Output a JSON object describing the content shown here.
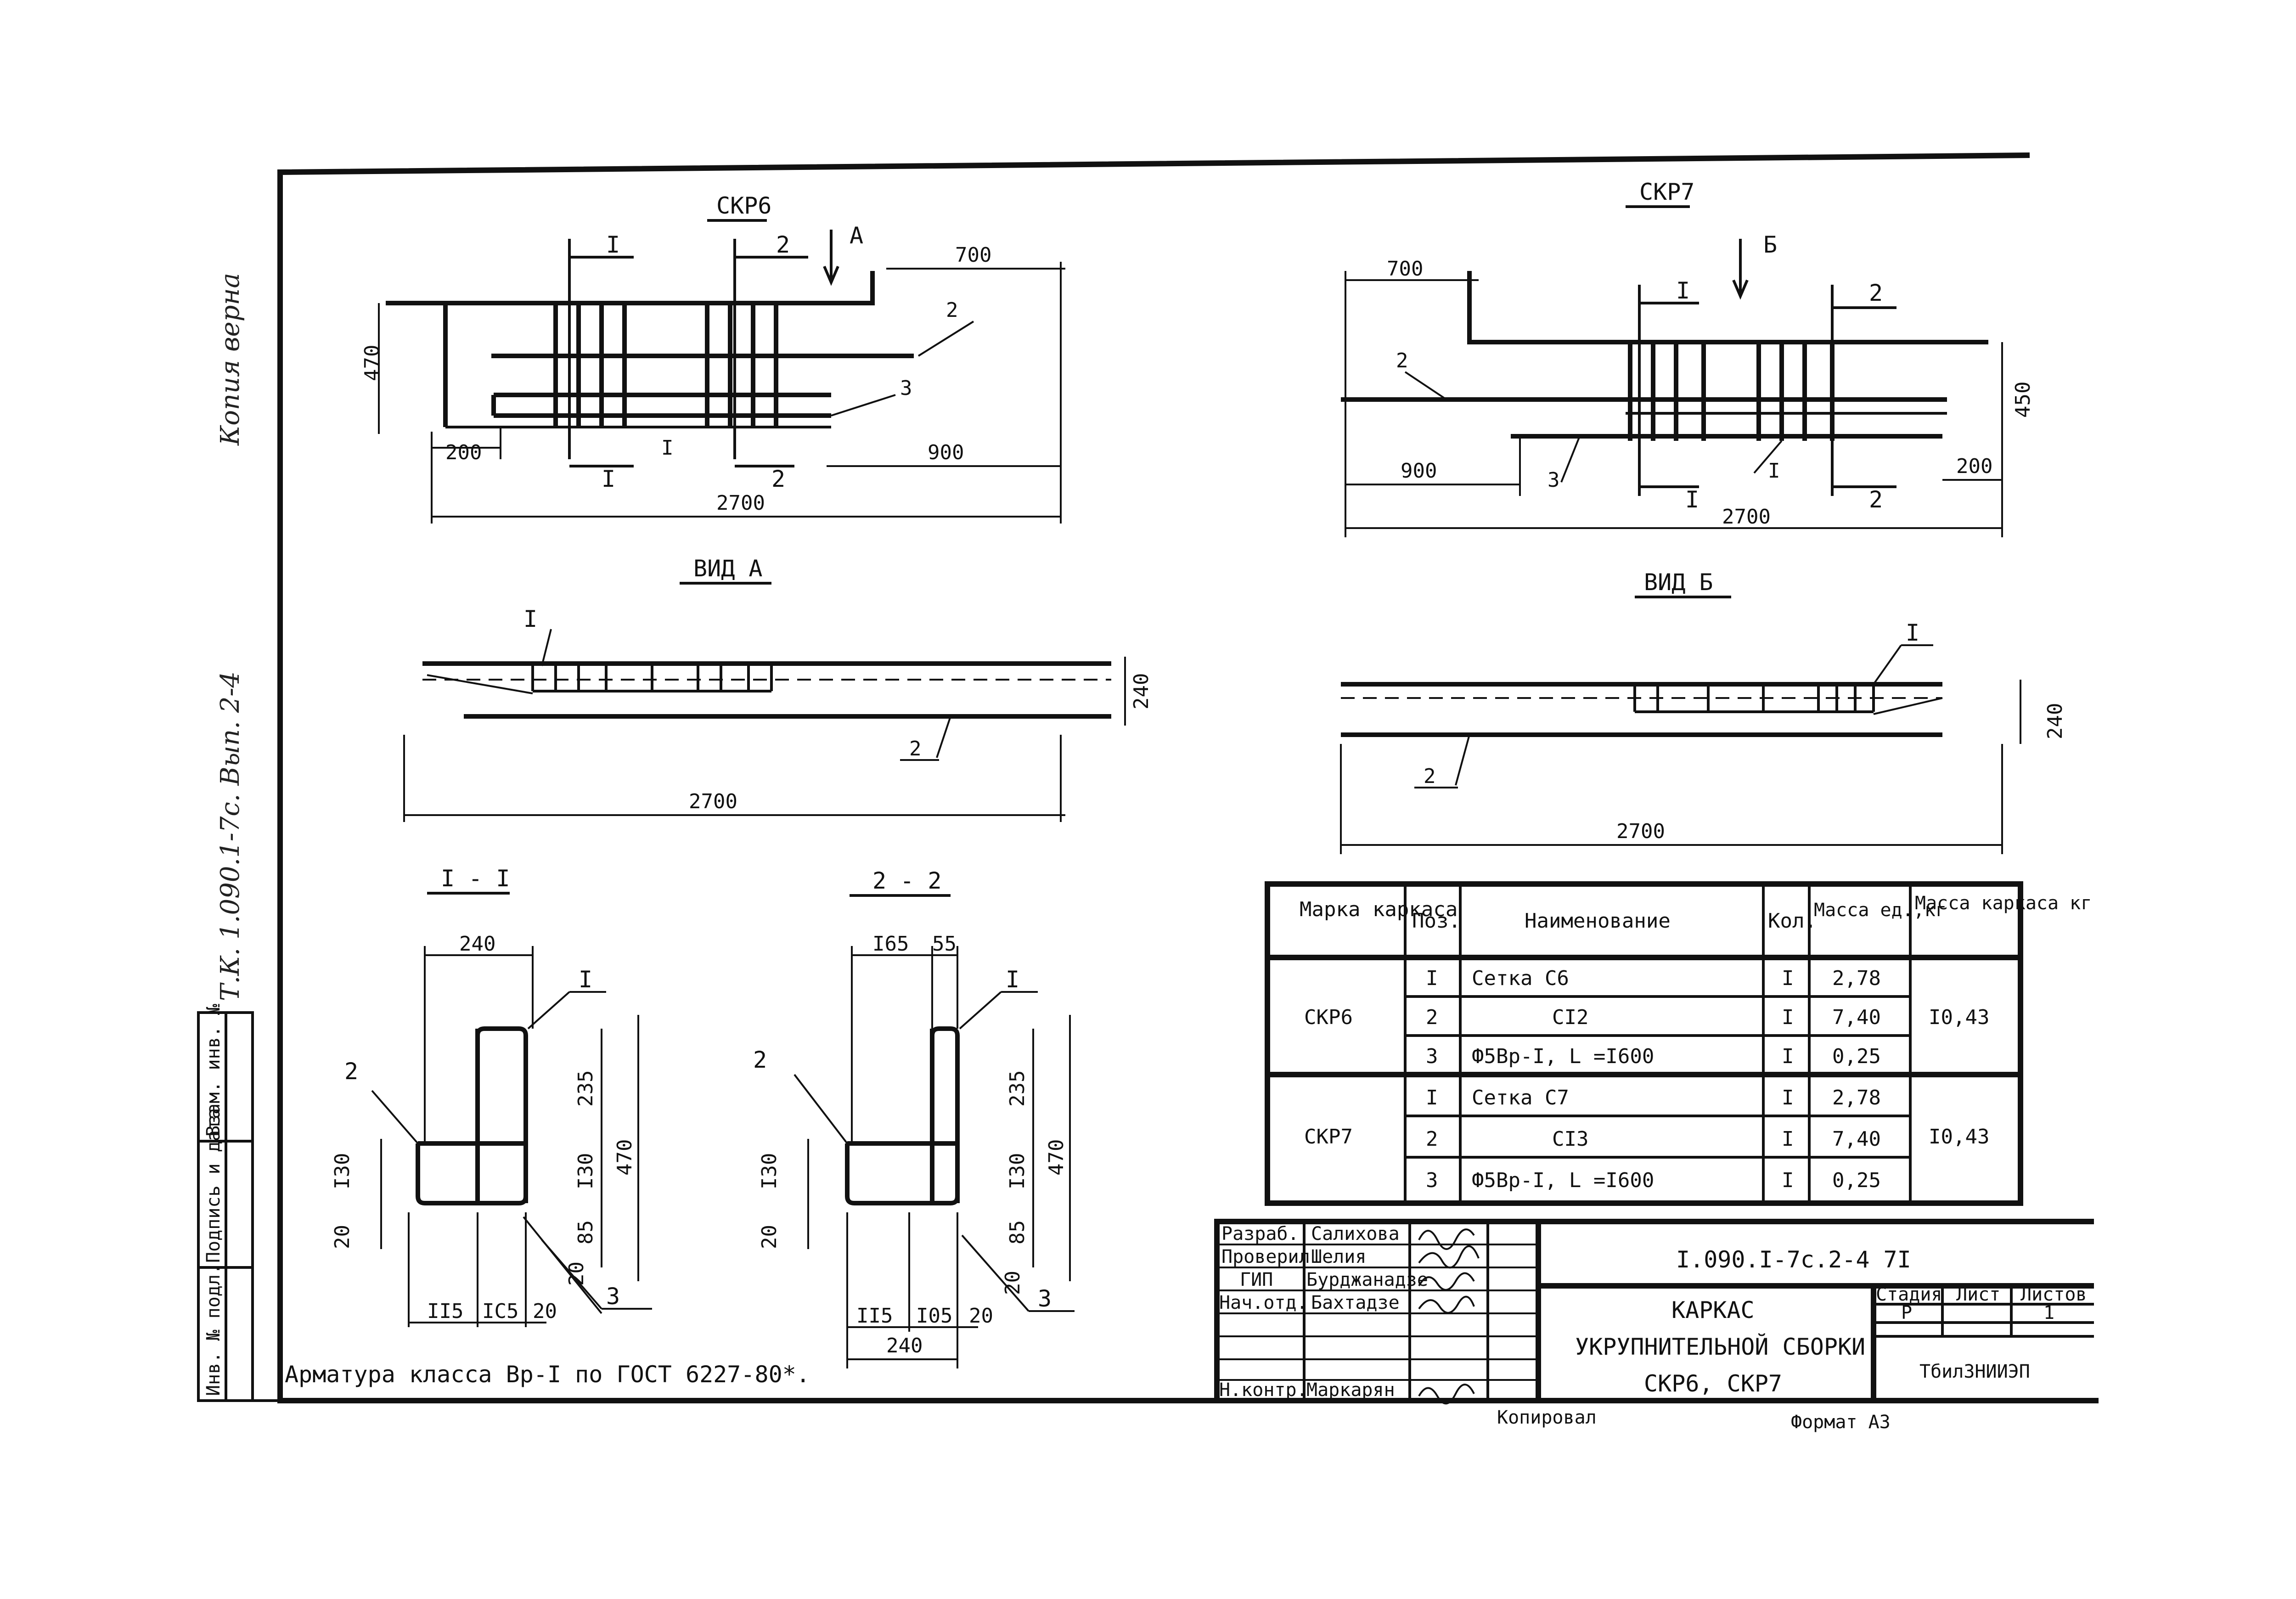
{
  "drawing": {
    "skr6": {
      "title": "СКР6",
      "dim_top": "700",
      "dim_height": "470",
      "dim_left": "200",
      "dim_right": "900",
      "dim_total": "2700",
      "section_mark_1": "I",
      "section_mark_2": "2",
      "view_arrow": "A",
      "pos_2": "2",
      "pos_3": "3",
      "pos_1": "I"
    },
    "skr7": {
      "title": "СКР7",
      "dim_top": "700",
      "dim_height": "450",
      "dim_left": "900",
      "dim_right": "200",
      "dim_total": "2700",
      "section_mark_1": "I",
      "section_mark_2": "2",
      "view_arrow": "Б",
      "pos_2": "2",
      "pos_3": "3",
      "pos_1": "I"
    },
    "view_a": {
      "title": "ВИД А",
      "dim_height": "240",
      "dim_total": "2700",
      "pos_1": "I",
      "pos_2": "2"
    },
    "view_b": {
      "title": "ВИД Б",
      "dim_height": "240",
      "dim_total": "2700",
      "pos_1": "I",
      "pos_2": "2"
    },
    "section_1": {
      "title": "I - I",
      "dim_width": "240",
      "dim_235": "235",
      "dim_130": "I30",
      "dim_130_left": "I30",
      "dim_85": "85",
      "dim_470": "470",
      "dim_20_left": "20",
      "dim_20_bottom": "20",
      "dim_115": "II5",
      "dim_105": "IC5",
      "dim_20_right": "20",
      "pos_1": "I",
      "pos_2": "2",
      "pos_3": "3"
    },
    "section_2": {
      "title": "2 - 2",
      "dim_165": "I65",
      "dim_55": "55",
      "dim_235": "235",
      "dim_130": "I30",
      "dim_130_left": "I30",
      "dim_85": "85",
      "dim_470": "470",
      "dim_20_left": "20",
      "dim_20_bottom": "20",
      "dim_115": "II5",
      "dim_105": "I05",
      "dim_20_right": "20",
      "dim_240": "240",
      "pos_1": "I",
      "pos_2": "2",
      "pos_3": "3"
    },
    "note": "Арматура класса Вр-I по ГОСТ 6227-80*."
  },
  "spec_table": {
    "headers": [
      "Марка каркаса",
      "Поз.",
      "Наименование",
      "Кол.",
      "Масса ед.,кг",
      "Масса каркаса кг"
    ],
    "groups": [
      {
        "mark": "СКР6",
        "total": "I0,43",
        "rows": [
          {
            "pos": "I",
            "name": "Сетка С6",
            "qty": "I",
            "mass": "2,78"
          },
          {
            "pos": "2",
            "name": "CI2",
            "qty": "I",
            "mass": "7,40"
          },
          {
            "pos": "3",
            "name": "Ф5Вр-I, L =I600",
            "qty": "I",
            "mass": "0,25"
          }
        ]
      },
      {
        "mark": "СКР7",
        "total": "I0,43",
        "rows": [
          {
            "pos": "I",
            "name": "Сетка С7",
            "qty": "I",
            "mass": "2,78"
          },
          {
            "pos": "2",
            "name": "CI3",
            "qty": "I",
            "mass": "7,40"
          },
          {
            "pos": "3",
            "name": "Ф5Вр-I, L =I600",
            "qty": "I",
            "mass": "0,25"
          }
        ]
      }
    ]
  },
  "title_block": {
    "doc_code": "I.090.I-7c.2-4 7I",
    "title_line1": "КАРКАС",
    "title_line2": "УКРУПНИТЕЛЬНОЙ СБОРКИ",
    "title_line3": "СКР6, СКР7",
    "stage_header": "Стадия",
    "sheet_header": "Лист",
    "sheets_header": "Листов",
    "stage_value": "Р",
    "sheet_value": "1",
    "organization": "ТбилЗНИИЭП",
    "roles": [
      {
        "role": "Разраб.",
        "name": "Салихова"
      },
      {
        "role": "Проверил",
        "name": "Шелия"
      },
      {
        "role": "ГИП",
        "name": "Бурджанадзе"
      },
      {
        "role": "Нач.отд.",
        "name": "Бахтадзе"
      },
      {
        "role": "Н.контр.",
        "name": "Маркарян"
      }
    ],
    "copied": "Копировал",
    "format": "Формат А3"
  },
  "left_margin": {
    "note_vertical": "Т.К. 1.090.1-7с. Вып. 2-4",
    "copy_vertical": "Копия верна",
    "stamp_cells": [
      "Инв. № подл.",
      "Подпись и дата",
      "Взам. инв. №"
    ]
  }
}
